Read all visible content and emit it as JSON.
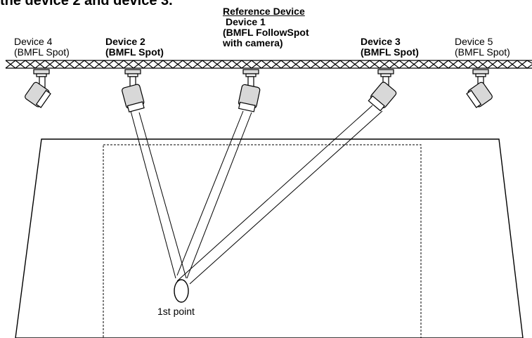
{
  "header": {
    "cropped_text": "the device 2 and device 3."
  },
  "reference": {
    "title": "Reference Device",
    "device_name": "Device 1",
    "device_model_line1": "(BMFL FollowSpot",
    "device_model_line2": "with camera)"
  },
  "devices": [
    {
      "name": "Device 4",
      "model": "(BMFL Spot)"
    },
    {
      "name": "Device 2",
      "model": "(BMFL Spot)"
    },
    {
      "name": "Device 3",
      "model": "(BMFL Spot)"
    },
    {
      "name": "Device 5",
      "model": "(BMFL Spot)"
    }
  ],
  "point": {
    "label": "1st point"
  }
}
